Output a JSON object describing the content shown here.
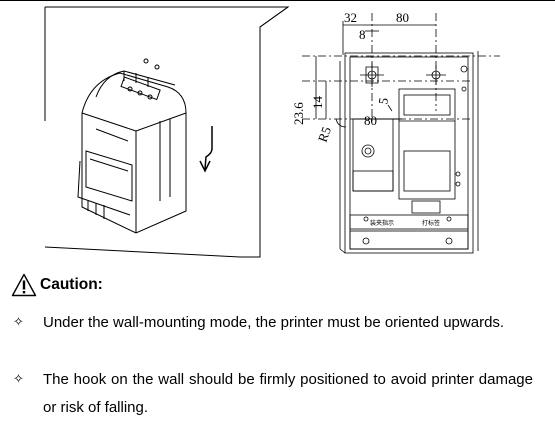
{
  "caution": {
    "title": "Caution:",
    "icon": "warning-triangle-icon"
  },
  "bullets": [
    {
      "icon": "diamond-star-bullet-icon",
      "text": "Under the wall-mounting mode, the printer must be oriented upwards."
    },
    {
      "icon": "diamond-star-bullet-icon",
      "text": "The hook on the wall should be firmly positioned to avoid printer damage or risk of falling."
    }
  ],
  "figure": {
    "dimensions": {
      "d32": "32",
      "d80_top": "80",
      "d8": "8",
      "d5": "5",
      "d80_mid": "80",
      "d14": "14",
      "d236": "23.6",
      "r5": "R5"
    },
    "panel_labels": {
      "left_label": "装夹指示",
      "right_label": "打标签"
    }
  }
}
